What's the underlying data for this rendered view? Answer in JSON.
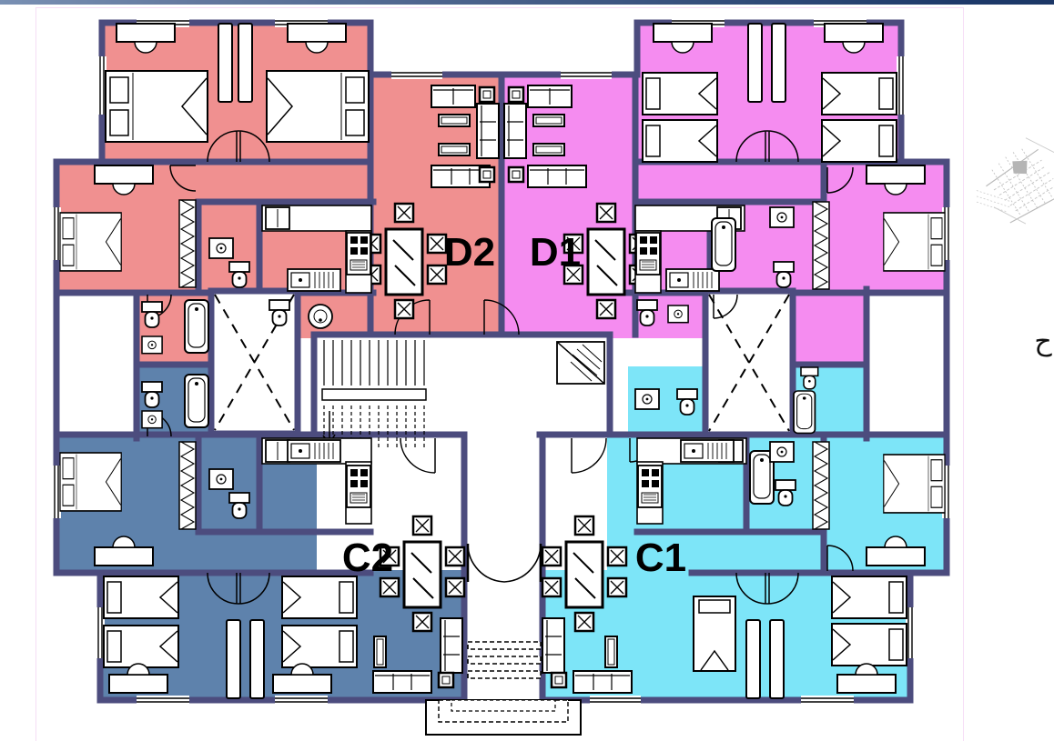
{
  "page": {
    "background": "#FFFFFF",
    "top_bar": {
      "gradient_left": "#7990B3",
      "gradient_right": "#1C3766"
    },
    "canvas_border_color": "#F6DEF6"
  },
  "plan": {
    "type": "residential-typical-floor-plan",
    "wall_color": "#4C4C7E",
    "line_color": "#000000",
    "floor_color": "#FFFFFF",
    "apartments": [
      {
        "id": "D2",
        "label": "D2",
        "color": "#F09090"
      },
      {
        "id": "D1",
        "label": "D1",
        "color": "#F58CF0"
      },
      {
        "id": "C2",
        "label": "C2",
        "color": "#5E82AC"
      },
      {
        "id": "C1",
        "label": "C1",
        "color": "#7DE5F8"
      }
    ],
    "core": {
      "stairwell": "stairs",
      "elevator_count": 2,
      "entry": "double-door with steps and porch"
    },
    "annotation_char": "ح"
  }
}
